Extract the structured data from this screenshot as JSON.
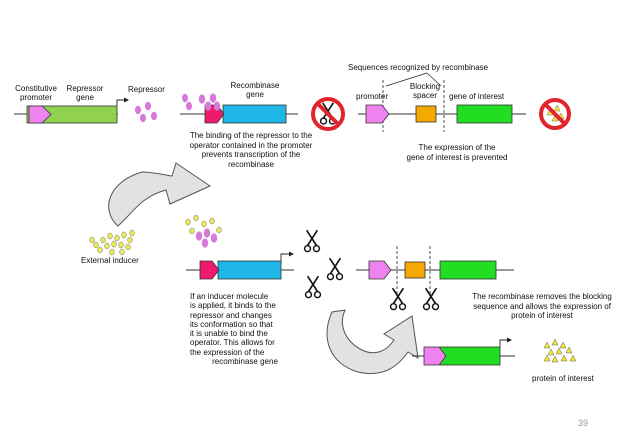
{
  "colors": {
    "promoter": "#ee82ee",
    "repressor_gene": "#92d050",
    "recombinase": "#1fb6e8",
    "operator": "#ee1a6e",
    "spacer": "#f5a800",
    "gene_of_interest": "#22dd22",
    "repressor": "#d57ad8",
    "inducer": "#e8e85a",
    "protein": "#f0e630",
    "no_sign": "#e2242d",
    "arrow_fill": "#e2e2e2"
  },
  "labels": {
    "constitutive_promoter": [
      "Constitutive",
      "promoter"
    ],
    "repressor_gene": [
      "Repressor",
      "gene"
    ],
    "repressor": "Repressor",
    "recombinase_gene": [
      "Recombinase",
      "gene"
    ],
    "sequences_recognized": "Sequences recognized by recombinase",
    "blocking_spacer": [
      "Blocking",
      "spacer"
    ],
    "promoter": "promoter",
    "gene_of_interest": "gene of interest",
    "external_inducer": "External inducer",
    "protein_of_interest": "protein of interest"
  },
  "captions": {
    "binding": [
      "The binding of the repressor to the",
      "operator contained in the promoter",
      "prevents transcription of the",
      "recombinase"
    ],
    "expression_prevented": [
      "The expression of the",
      "gene of interest is prevented"
    ],
    "inducer": [
      "If an inducer molecule",
      "is applied, it binds to the",
      "repressor and changes",
      "its conformation so that",
      "it is unable to bind the",
      "operator. This allows for",
      "the expression of the",
      "recombinase gene"
    ],
    "recombinase_removes": [
      "The recombinase removes the blocking",
      "sequence and allows the expression of",
      "protein of interest"
    ]
  },
  "icons": {
    "scissors": "scissors-icon",
    "no_sign": "prohibition-icon",
    "curved_arrow": "curved-arrow-icon"
  },
  "page_number": "39"
}
